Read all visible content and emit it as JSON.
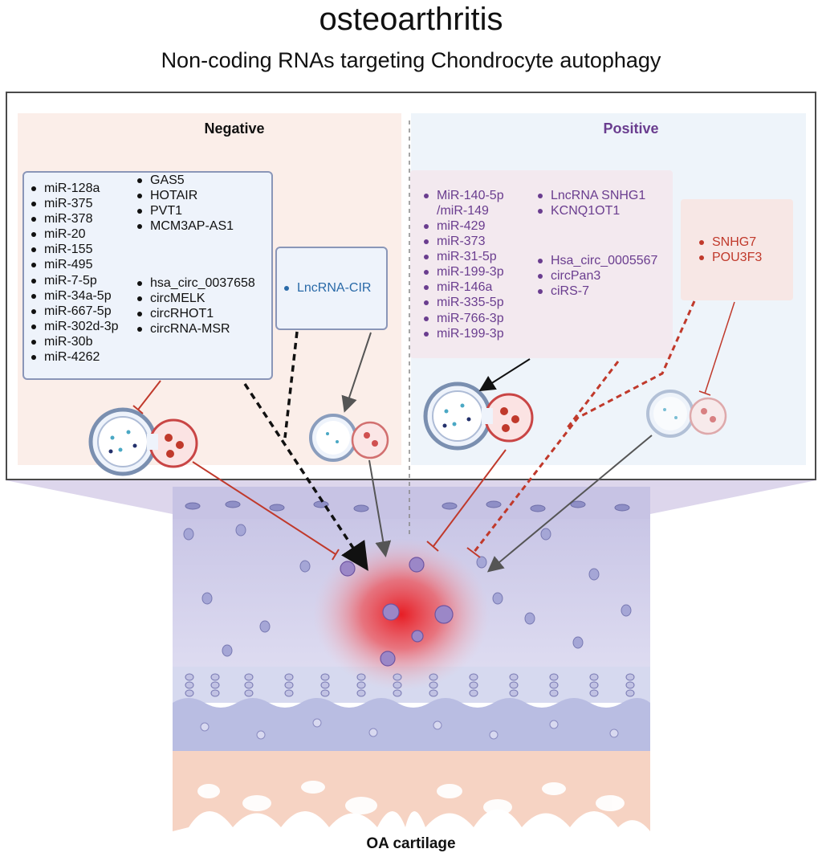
{
  "title": "osteoarthritis",
  "subtitle": "Non-coding RNAs targeting  Chondrocyte autophagy",
  "bottom_label": "OA cartilage",
  "negative": {
    "title": "Negative",
    "col1": [
      "miR-128a",
      "miR-375",
      "miR-378",
      "miR-20",
      "miR-155",
      "miR-495",
      "miR-7-5p",
      "miR-34a-5p",
      "miR-667-5p",
      "miR-302d-3p",
      "miR-30b",
      "miR-4262"
    ],
    "col2a": [
      "GAS5",
      "HOTAIR",
      "PVT1",
      "MCM3AP-AS1"
    ],
    "col2b": [
      "hsa_circ_0037658",
      "circMELK",
      "circRHOT1",
      "circRNA-MSR"
    ],
    "lnc": [
      "LncRNA-CIR"
    ]
  },
  "positive": {
    "title": "Positive",
    "col1": [
      "MiR-140-5p"
    ],
    "col1_cont": "/miR-149",
    "col1b": [
      "miR-429",
      "miR-373",
      "miR-31-5p",
      "miR-199-3p",
      "miR-146a",
      "miR-335-5p",
      "miR-766-3p",
      "miR-199-3p"
    ],
    "col2a": [
      "LncRNA SNHG1",
      "KCNQ1OT1"
    ],
    "col2b": [
      "Hsa_circ_0005567",
      "circPan3",
      "ciRS-7"
    ],
    "red": [
      "SNHG7",
      "POU3F3"
    ]
  },
  "colors": {
    "negative_panel": "#fbeee9",
    "positive_panel": "#eef4fa",
    "positive_text": "#6a3d8f",
    "lnc_cir_text": "#2a6aa8",
    "red_text": "#c0392b",
    "inhibition_line": "#c0392b",
    "activation_line": "#444444"
  }
}
